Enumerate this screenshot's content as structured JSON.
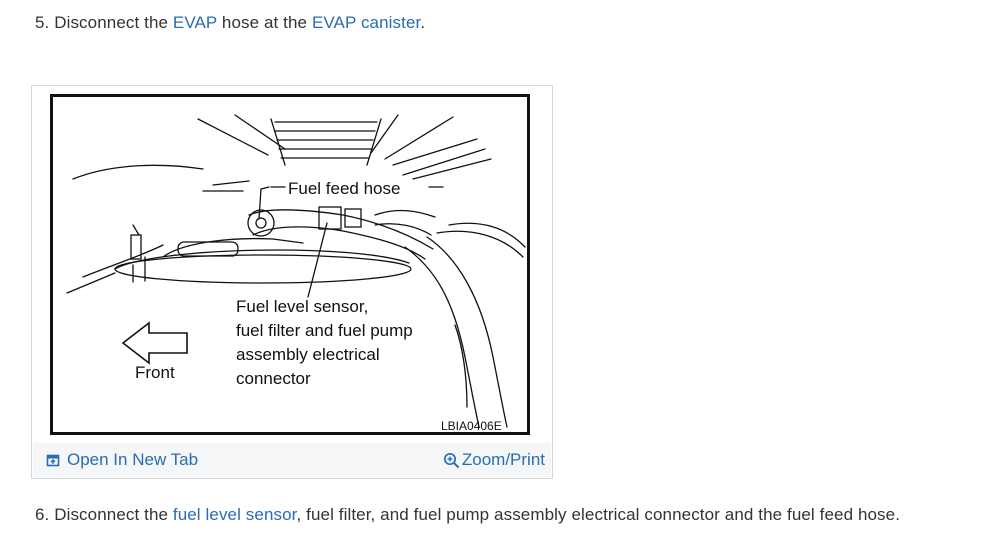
{
  "step5": {
    "prefix": "5. Disconnect the ",
    "link1": "EVAP",
    "middle": " hose at the ",
    "link2": "EVAP canister",
    "suffix": "."
  },
  "figure": {
    "label_feed_hose": "Fuel feed hose",
    "label_connector_line1": "Fuel level sensor,",
    "label_connector_line2": "fuel filter and fuel pump",
    "label_connector_line3": "assembly electrical",
    "label_connector_line4": "connector",
    "label_front": "Front",
    "code": "LBIA0406E"
  },
  "toolbar": {
    "open_tab_label": "Open In New Tab",
    "zoom_print_label": "Zoom/Print",
    "open_tab_icon": "open-new-tab-icon",
    "zoom_icon": "zoom-in-icon",
    "link_color": "#2a6cb3"
  },
  "step6": {
    "prefix": "6. Disconnect the ",
    "link1": "fuel level sensor",
    "suffix": ", fuel filter, and fuel pump assembly electrical connector and the fuel feed hose."
  }
}
